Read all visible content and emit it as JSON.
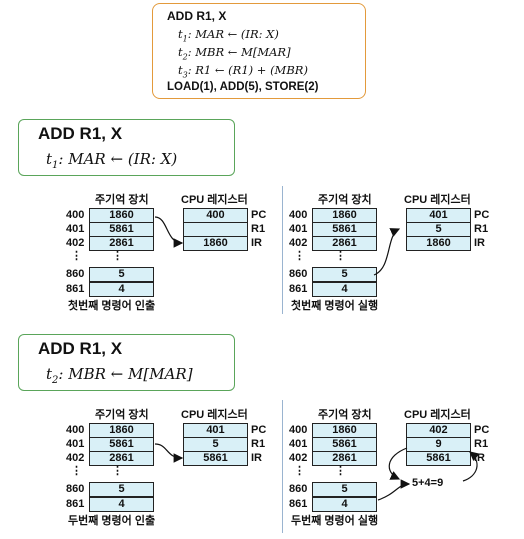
{
  "summary": {
    "title": "ADD R1, X",
    "lines": [
      {
        "t": "t",
        "sub": "1",
        "rest": ": MAR ← (IR: X)"
      },
      {
        "t": "t",
        "sub": "2",
        "rest": ": MBR ← M[MAR]"
      },
      {
        "t": "t",
        "sub": "3",
        "rest": ": R1 ← (R1) + (MBR)"
      }
    ],
    "opcodes": "LOAD(1), ADD(5), STORE(2)"
  },
  "sections": [
    {
      "title": "ADD R1, X",
      "step": {
        "t": "t",
        "sub": "1",
        "rest": ": MAR ← (IR: X)"
      },
      "panels": [
        {
          "mem_header": "주기억 장치",
          "cpu_header": "CPU 레지스터",
          "addresses": [
            "400",
            "401",
            "402",
            "⋮",
            "860",
            "861"
          ],
          "memory": [
            "1860",
            "5861",
            "2861",
            "⋮",
            "5",
            "4"
          ],
          "registers": [
            {
              "value": "400",
              "name": "PC"
            },
            {
              "value": "",
              "name": "R1"
            },
            {
              "value": "1860",
              "name": "IR"
            }
          ],
          "caption": "첫번째 명령어 인출"
        },
        {
          "mem_header": "주기억 장치",
          "cpu_header": "CPU 레지스터",
          "addresses": [
            "400",
            "401",
            "402",
            "⋮",
            "860",
            "861"
          ],
          "memory": [
            "1860",
            "5861",
            "2861",
            "⋮",
            "5",
            "4"
          ],
          "registers": [
            {
              "value": "401",
              "name": "PC"
            },
            {
              "value": "5",
              "name": "R1"
            },
            {
              "value": "1860",
              "name": "IR"
            }
          ],
          "caption": "첫번째 명령어 실행"
        }
      ]
    },
    {
      "title": "ADD R1, X",
      "step": {
        "t": "t",
        "sub": "2",
        "rest": ": MBR ← M[MAR]"
      },
      "panels": [
        {
          "mem_header": "주기억 장치",
          "cpu_header": "CPU 레지스터",
          "addresses": [
            "400",
            "401",
            "402",
            "⋮",
            "860",
            "861"
          ],
          "memory": [
            "1860",
            "5861",
            "2861",
            "⋮",
            "5",
            "4"
          ],
          "registers": [
            {
              "value": "401",
              "name": "PC"
            },
            {
              "value": "5",
              "name": "R1"
            },
            {
              "value": "5861",
              "name": "IR"
            }
          ],
          "caption": "두번째 명령어 인출"
        },
        {
          "mem_header": "주기억 장치",
          "cpu_header": "CPU 레지스터",
          "addresses": [
            "400",
            "401",
            "402",
            "⋮",
            "860",
            "861"
          ],
          "memory": [
            "1860",
            "5861",
            "2861",
            "⋮",
            "5",
            "4"
          ],
          "registers": [
            {
              "value": "402",
              "name": "PC"
            },
            {
              "value": "9",
              "name": "R1"
            },
            {
              "value": "5861",
              "name": "IR"
            }
          ],
          "caption": "두번째 명령어 실행",
          "annotation": "5+4=9"
        }
      ]
    }
  ]
}
